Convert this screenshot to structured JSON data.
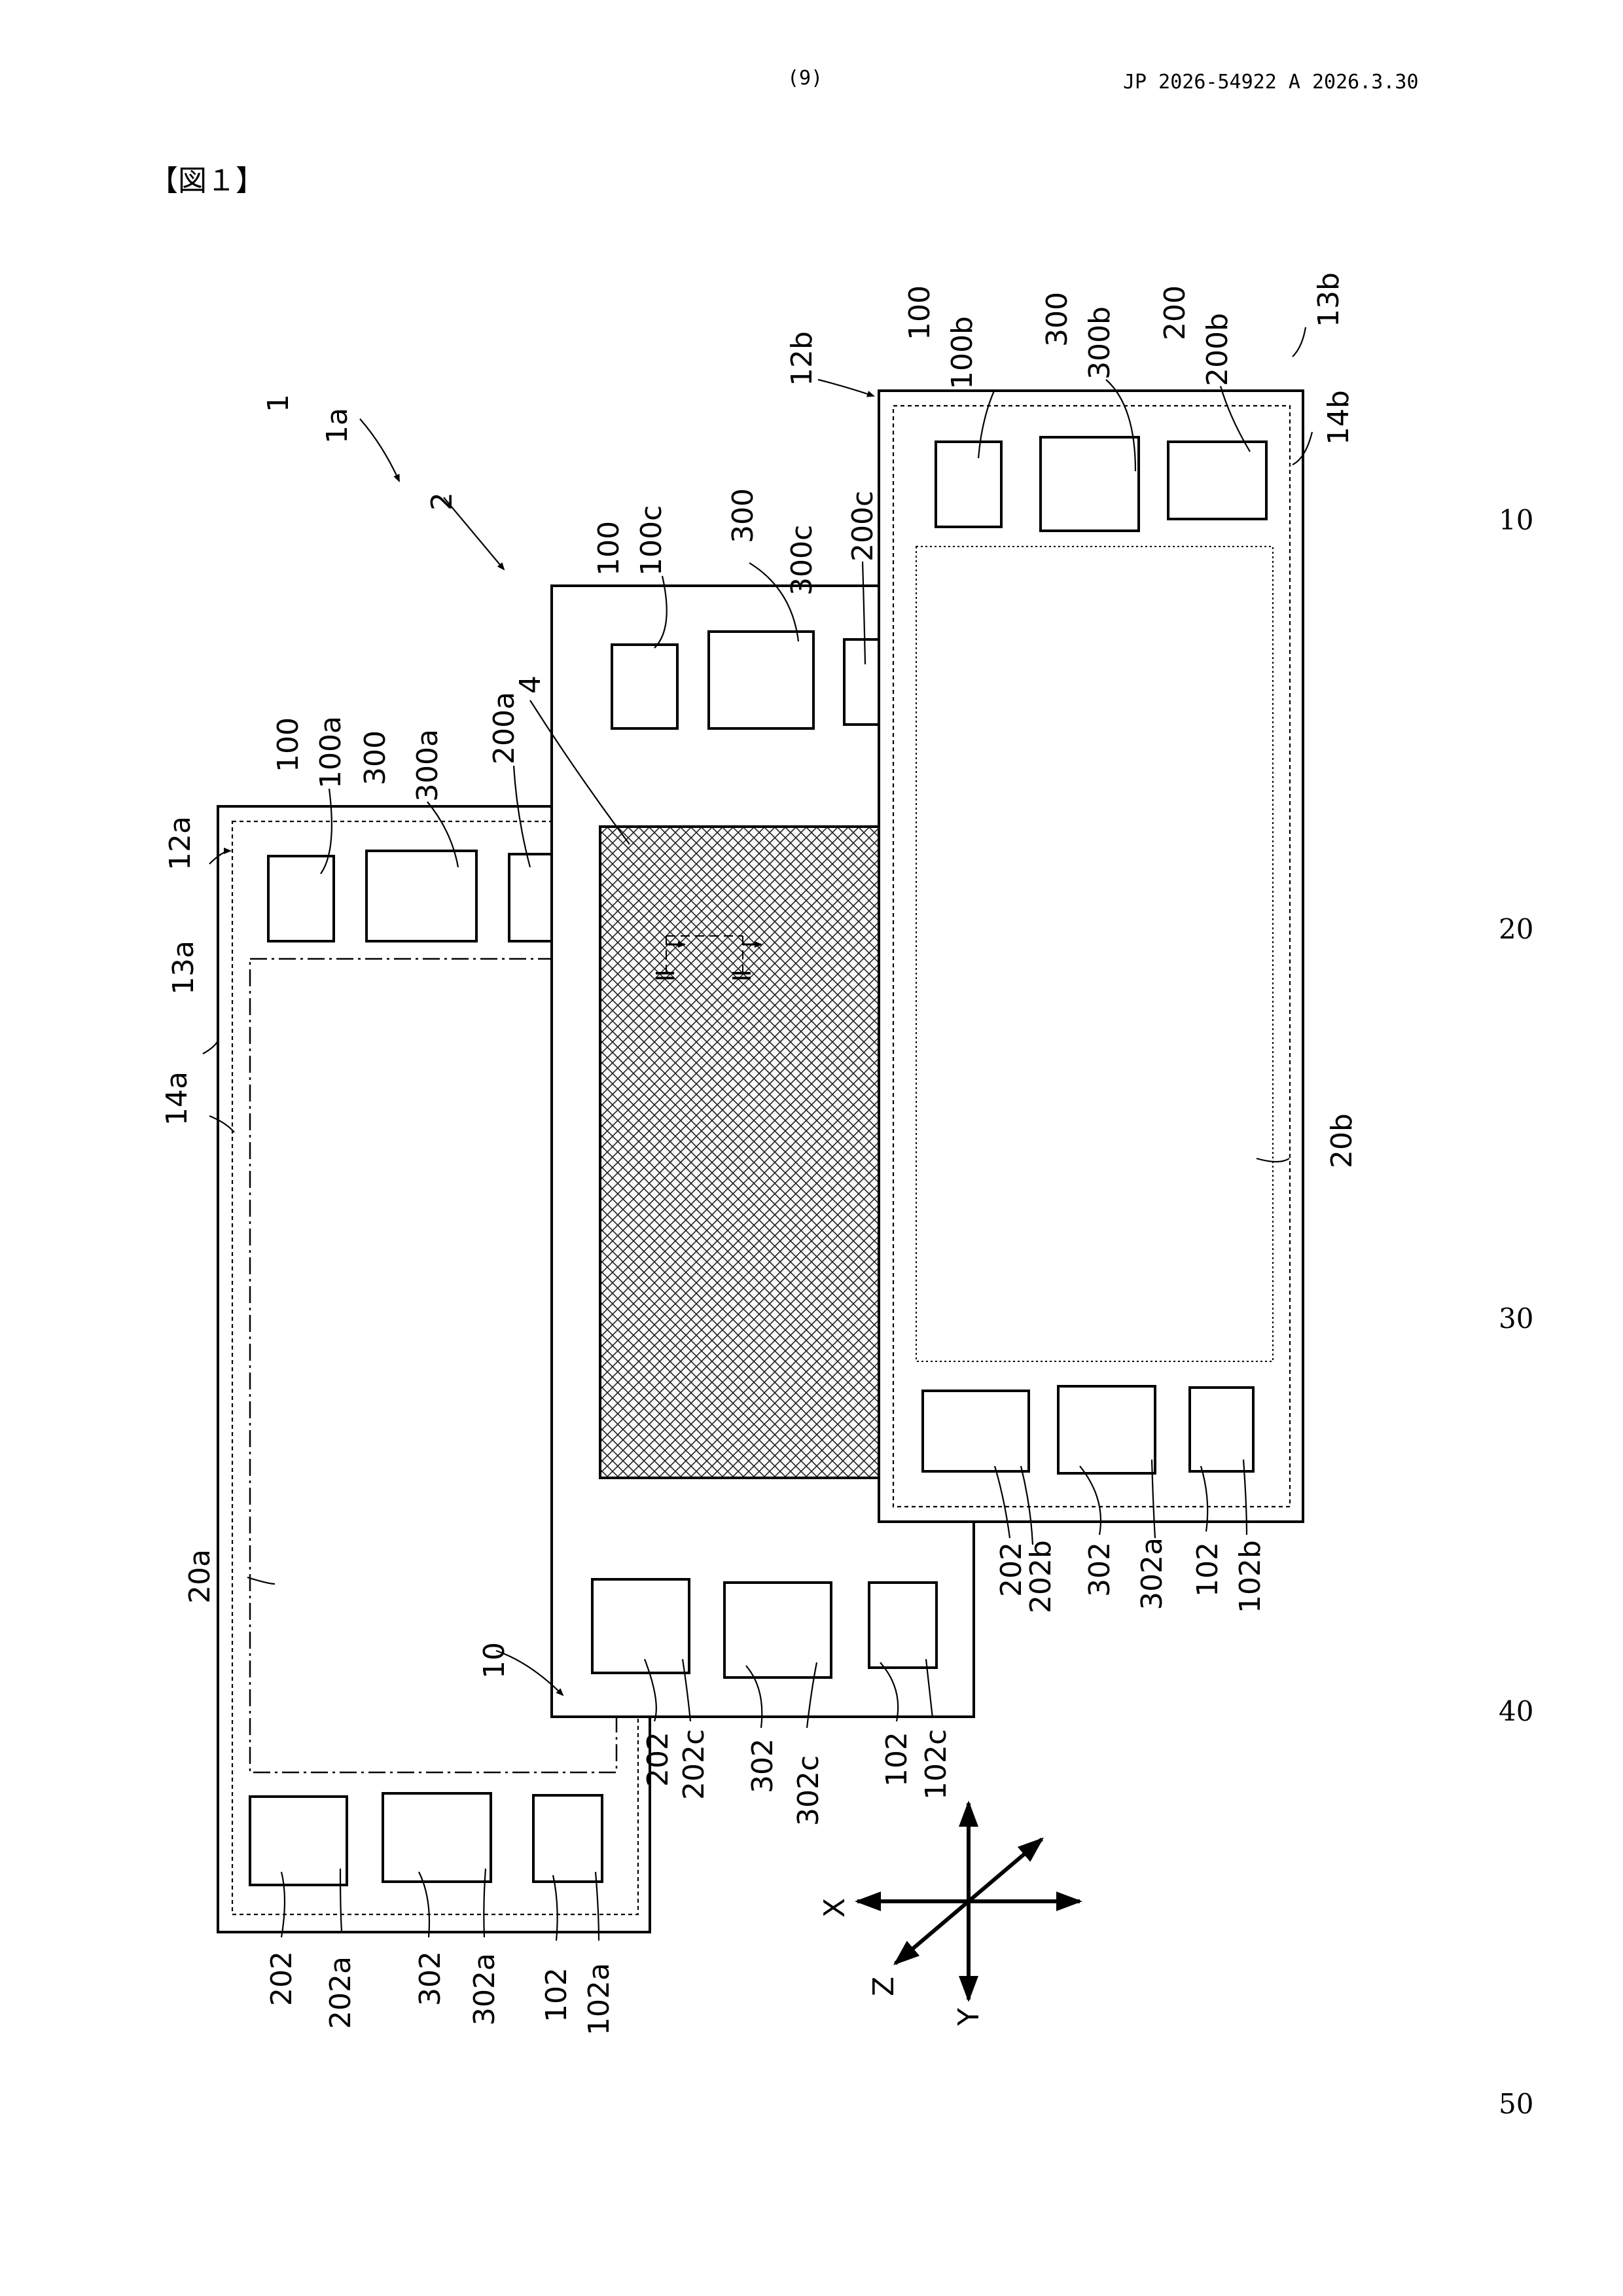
{
  "header": {
    "page": "(9)",
    "publication": "JP  2026-54922  A  2026.3.30"
  },
  "figure": {
    "label": "【図１】",
    "refs": {
      "r1": "1",
      "r1a": "1a",
      "r2": "2",
      "r4": "4",
      "r10": "10",
      "r12a": "12a",
      "r12b": "12b",
      "r13a": "13a",
      "r13b": "13b",
      "r14a": "14a",
      "r14b": "14b",
      "r20a": "20a",
      "r20b": "20b",
      "r100": "100",
      "r100a": "100a",
      "r100b": "100b",
      "r100c": "100c",
      "r200": "200",
      "r200a": "200a",
      "r200b": "200b",
      "r200c": "200c",
      "r300": "300",
      "r300a": "300a",
      "r300b": "300b",
      "r300c": "300c",
      "r102": "102",
      "r102a": "102a",
      "r102b": "102b",
      "r102c": "102c",
      "r202": "202",
      "r202a": "202a",
      "r202b": "202b",
      "r202c": "202c",
      "r302": "302",
      "r302a": "302a",
      "r302b": "302a",
      "r302c": "302c",
      "section": "Ⅱ"
    },
    "axes": {
      "x": "X",
      "y": "Y",
      "z": "Z"
    }
  },
  "line_numbers": [
    "10",
    "20",
    "30",
    "40",
    "50"
  ]
}
